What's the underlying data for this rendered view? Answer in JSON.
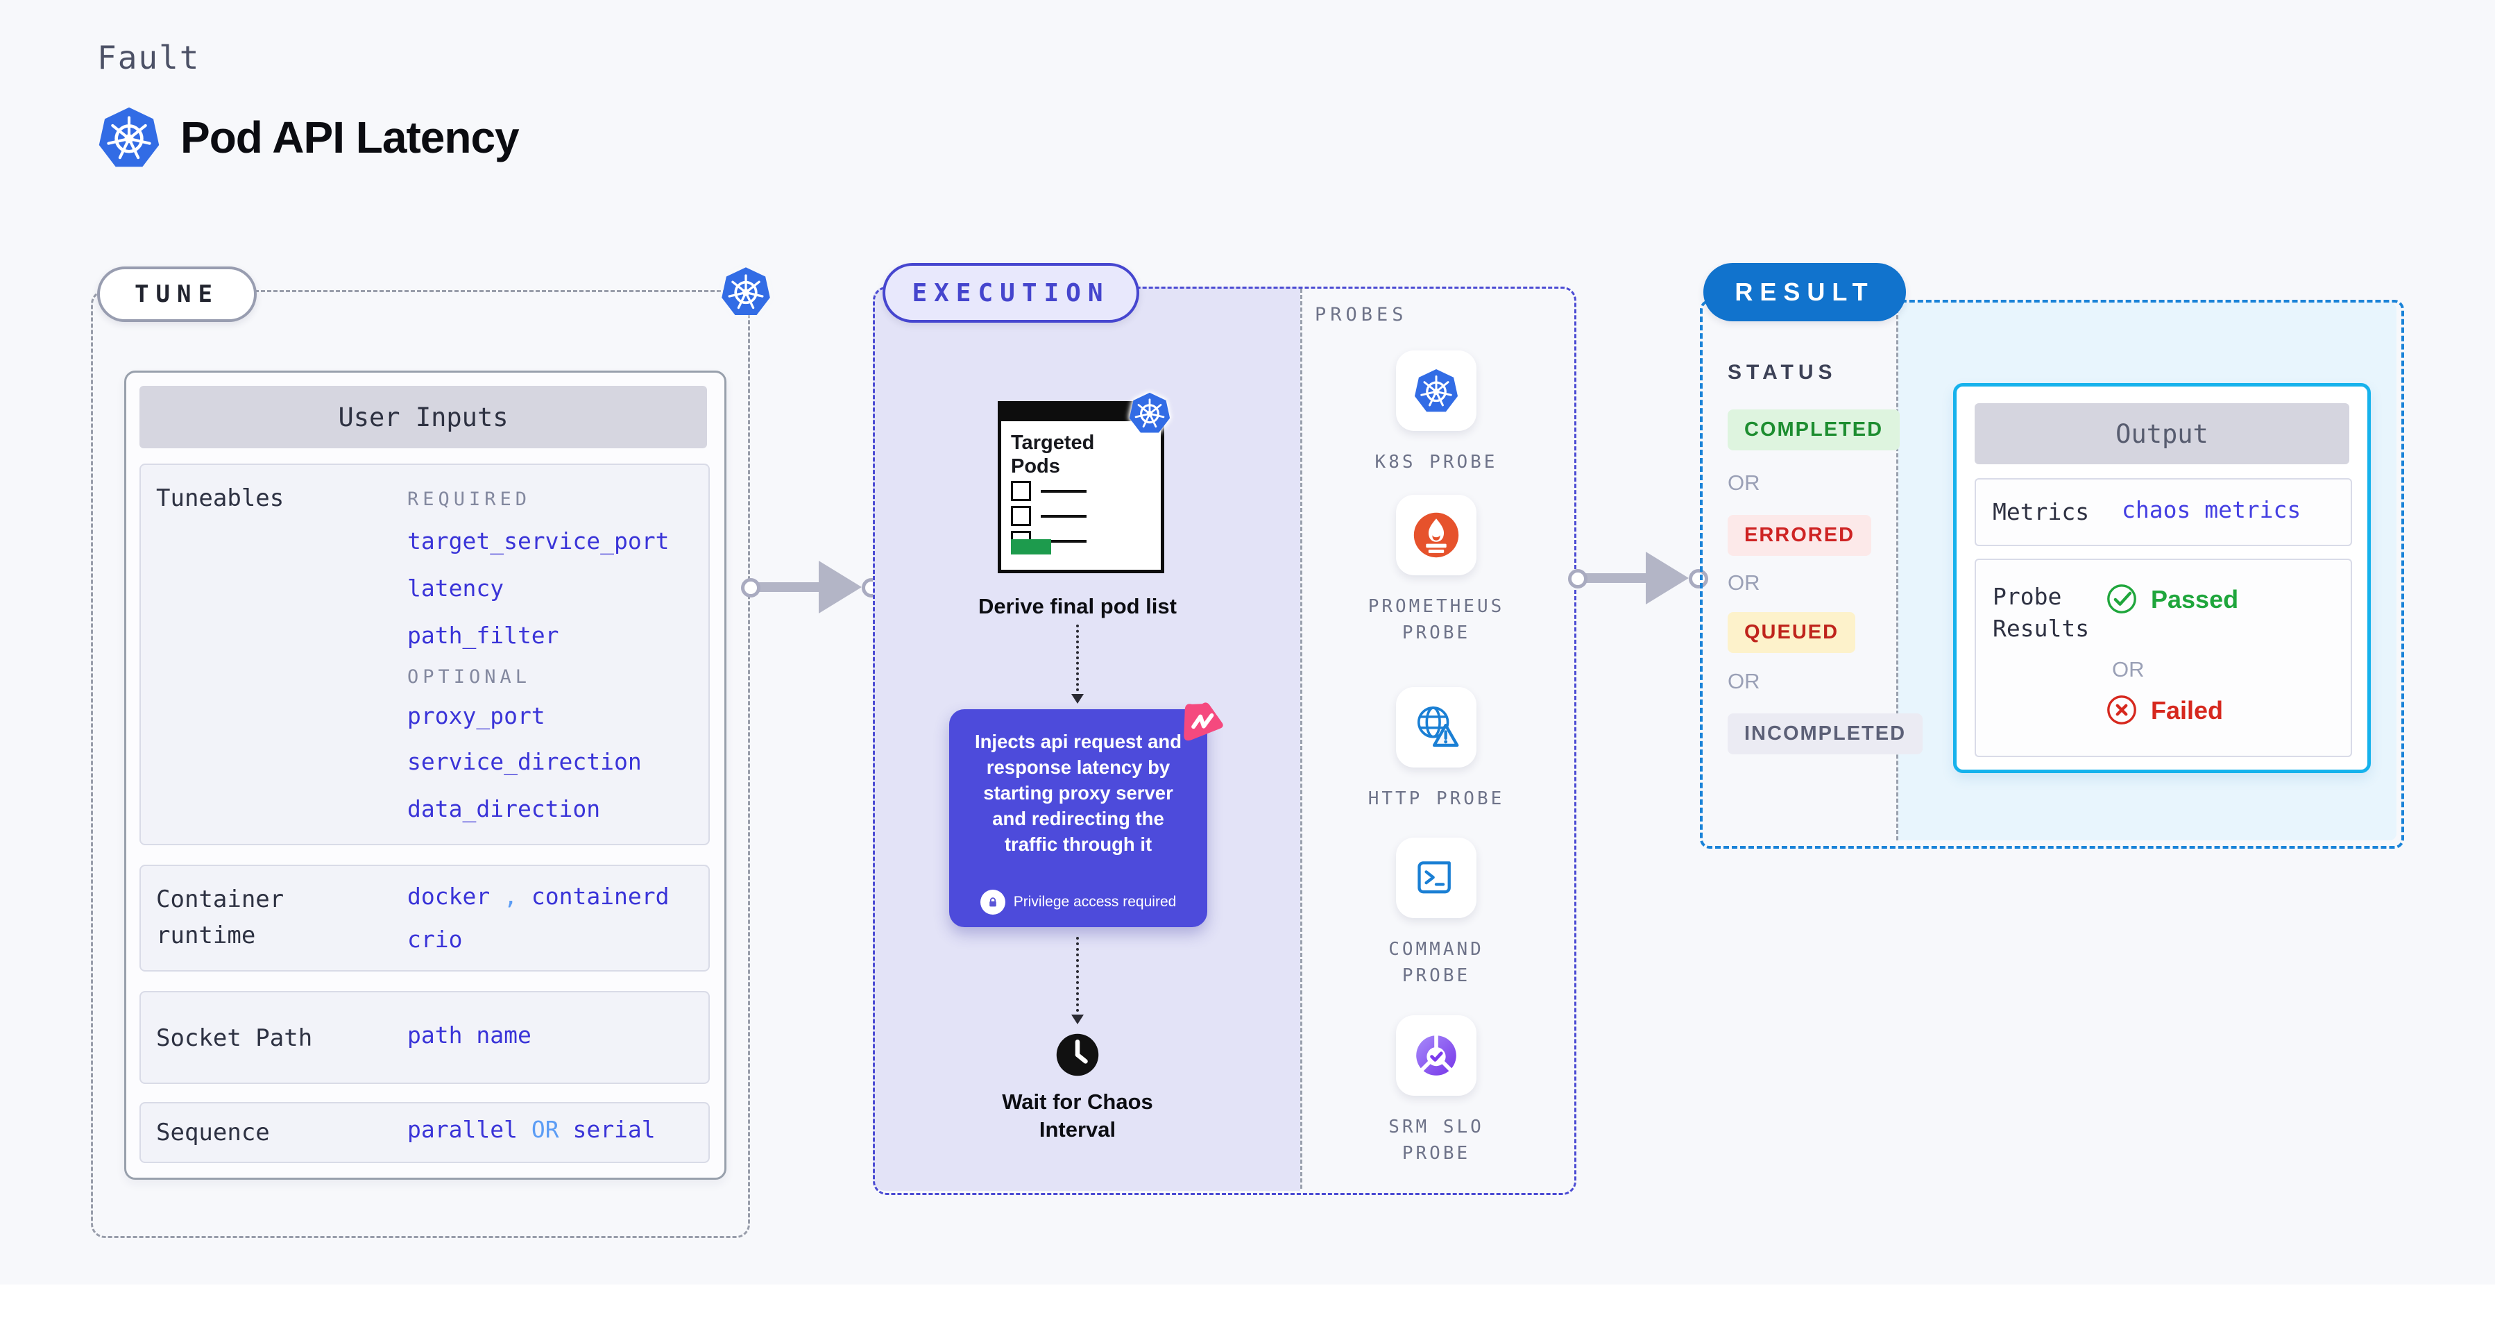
{
  "header": {
    "eyebrow": "Fault",
    "title": "Pod API Latency"
  },
  "tune": {
    "badge": "TUNE",
    "table_title": "User Inputs",
    "tuneables": {
      "label": "Tuneables",
      "required_tag": "REQUIRED",
      "required": [
        "target_service_port",
        "latency",
        "path_filter"
      ],
      "optional_tag": "OPTIONAL",
      "optional": [
        "proxy_port",
        "service_direction",
        "data_direction"
      ]
    },
    "container_runtime": {
      "label": "Container runtime",
      "value_1": "docker",
      "separator": ",",
      "value_2": "containerd",
      "value_3": "crio"
    },
    "socket_path": {
      "label": "Socket Path",
      "value": "path name"
    },
    "sequence": {
      "label": "Sequence",
      "value_1": "parallel",
      "or": "OR",
      "value_2": "serial"
    }
  },
  "execution": {
    "badge": "EXECUTION",
    "targeted_pods_title": "Targeted Pods",
    "derive_label": "Derive final pod list",
    "inject_description": "Injects api request and response latency by starting proxy server and redirecting the traffic through it",
    "privilege_note": "Privilege access required",
    "wait_label": "Wait for Chaos Interval"
  },
  "probes": {
    "title": "PROBES",
    "items": [
      {
        "label": "K8S PROBE",
        "icon": "kubernetes-icon"
      },
      {
        "label": "PROMETHEUS PROBE",
        "icon": "prometheus-icon"
      },
      {
        "label": "HTTP PROBE",
        "icon": "http-globe-icon"
      },
      {
        "label": "COMMAND PROBE",
        "icon": "terminal-icon"
      },
      {
        "label": "SRM SLO PROBE",
        "icon": "slo-donut-icon"
      }
    ]
  },
  "result": {
    "badge": "RESULT",
    "status_label": "STATUS",
    "or_label": "OR",
    "statuses": [
      {
        "label": "COMPLETED",
        "bg": "#def4df",
        "color": "#1d8d30"
      },
      {
        "label": "ERRORED",
        "bg": "#fce9e9",
        "color": "#ce2323"
      },
      {
        "label": "QUEUED",
        "bg": "#fdf2cb",
        "color": "#bf241c"
      },
      {
        "label": "INCOMPLETED",
        "bg": "#ebebf3",
        "color": "#5c6077"
      }
    ],
    "output": {
      "title": "Output",
      "metrics_label": "Metrics",
      "metrics_value": "chaos metrics",
      "probe_results_label": "Probe Results",
      "passed_label": "Passed",
      "or_label": "OR",
      "failed_label": "Failed"
    }
  },
  "colors": {
    "kubernetes_blue": "#326ce5",
    "value_indigo": "#3a34d8",
    "light_blue_accent": "#5b9cf5",
    "execution_accent": "#4646cf",
    "result_accent": "#1173cd",
    "passed_green": "#1fa63c",
    "failed_red": "#d6281e",
    "prometheus_orange": "#e6522c",
    "inject_box": "#4d4bdb",
    "chaos_pink": "#f5497e"
  }
}
